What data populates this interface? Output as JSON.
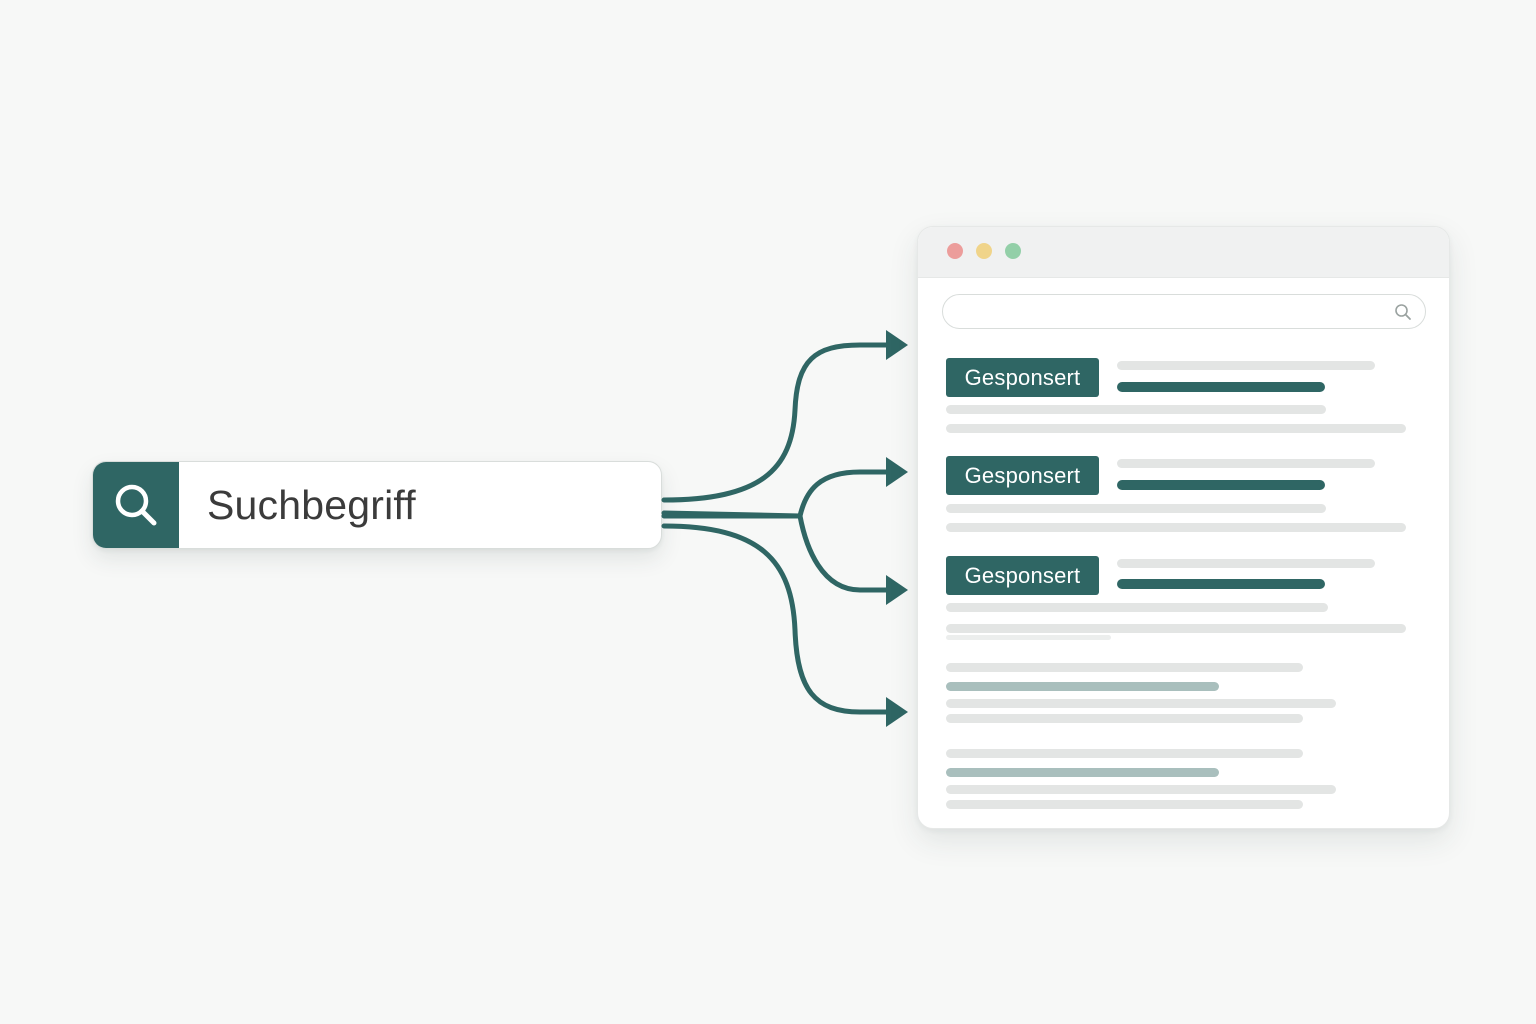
{
  "search_term": {
    "text": "Suchbegriff",
    "icon": "search-icon"
  },
  "browser": {
    "window_controls": [
      "close",
      "minimize",
      "maximize"
    ],
    "address_bar_icon": "search-icon",
    "results": [
      {
        "badge": "Gesponsert",
        "sponsored": true
      },
      {
        "badge": "Gesponsert",
        "sponsored": true
      },
      {
        "badge": "Gesponsert",
        "sponsored": true
      },
      {
        "sponsored": false
      },
      {
        "sponsored": false
      }
    ]
  },
  "colors": {
    "accent": "#2f6664",
    "placeholder_line": "#e3e5e4",
    "muted_accent": "#a9bfbd",
    "dot_red": "#ec9d9b",
    "dot_yellow": "#f0d48a",
    "dot_green": "#93cfa8"
  }
}
